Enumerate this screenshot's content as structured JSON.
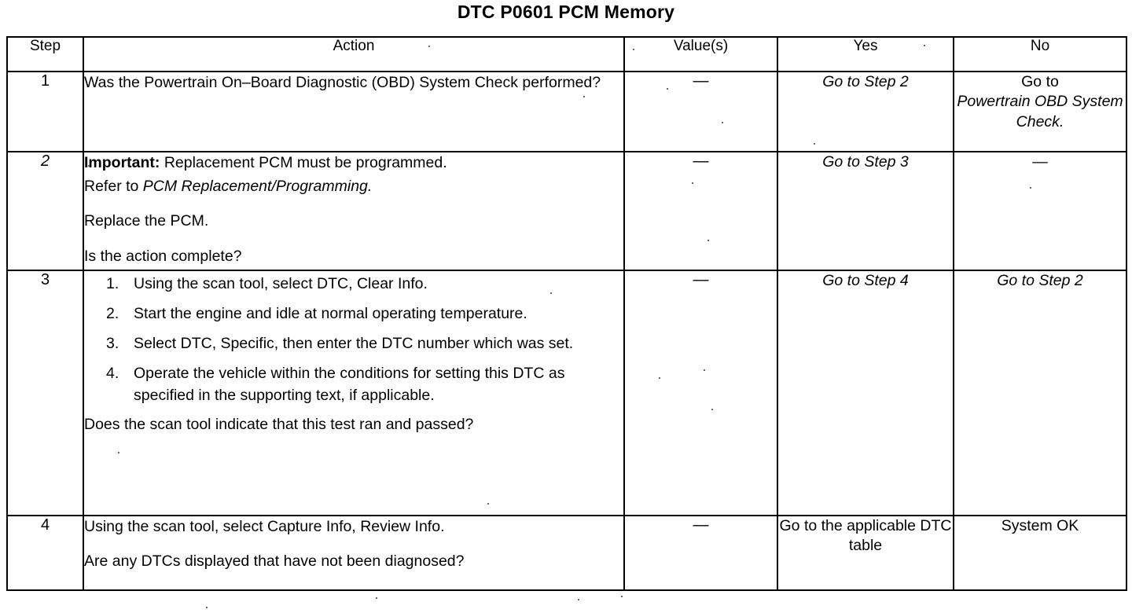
{
  "document": {
    "title": "DTC P0601 PCM Memory"
  },
  "table": {
    "headers": {
      "step": "Step",
      "action": "Action",
      "value": "Value(s)",
      "yes": "Yes",
      "no": "No"
    },
    "rows": [
      {
        "step": "1",
        "action_lines": [
          "Was the Powertrain On–Board Diagnostic (OBD) System Check performed?"
        ],
        "value": "—",
        "yes": "Go to Step 2",
        "no_prefix": "Go to",
        "no_italic": "Powertrain OBD System Check."
      },
      {
        "step": "2",
        "important_label": "Important:",
        "important_text": " Replacement PCM must be programmed.",
        "refer_prefix": "Refer to ",
        "refer_italic": "PCM Replacement/Programming.",
        "action_line_2": "Replace the PCM.",
        "action_line_3": "Is the action complete?",
        "value": "—",
        "yes": "Go to Step 3",
        "no": "—"
      },
      {
        "step": "3",
        "list": [
          {
            "num": "1.",
            "text": "Using the scan tool, select DTC, Clear Info."
          },
          {
            "num": "2.",
            "text": "Start the engine and idle at normal operating temperature."
          },
          {
            "num": "3.",
            "text": "Select DTC, Specific, then enter the DTC number which was set."
          },
          {
            "num": "4.",
            "text": "Operate the vehicle within the conditions for setting this DTC as specified in the supporting text, if applicable."
          }
        ],
        "closing_question": "Does the scan tool indicate that this test ran and passed?",
        "value": "—",
        "yes": "Go to Step 4",
        "no": "Go to Step 2"
      },
      {
        "step": "4",
        "action_line_1": "Using the scan tool, select Capture Info, Review Info.",
        "action_line_2": "Are any DTCs displayed that have not been diagnosed?",
        "value": "—",
        "yes": "Go to the applicable DTC table",
        "no": "System OK"
      }
    ]
  },
  "colors": {
    "ink": "#000000",
    "paper": "#ffffff"
  }
}
